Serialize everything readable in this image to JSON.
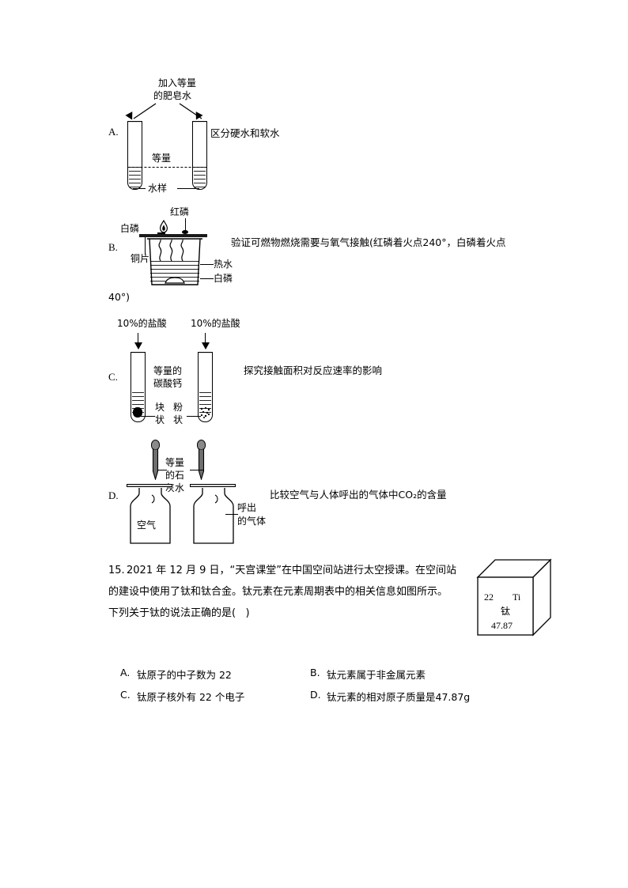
{
  "document": {
    "type": "chemistry-exam-page",
    "language": "zh-CN"
  },
  "option_a": {
    "letter": "A.",
    "top_label_line1": "加入等量",
    "top_label_line2": "的肥皂水",
    "middle_label": "等量",
    "bottom_label": "水样",
    "description": "区分硬水和软水"
  },
  "option_b": {
    "letter": "B.",
    "label_left": "白磷",
    "label_top": "红磷",
    "label_copper": "铜片",
    "label_hotwater": "热水",
    "label_whitep": "白磷",
    "description_line1": "验证可燃物燃烧需要与氧气接触(红磷着火点240°，白磷着火点",
    "description_line2": "40°)"
  },
  "option_c": {
    "letter": "C.",
    "label_acid_left": "10%的盐酸",
    "label_acid_right": "10%的盐酸",
    "label_center_line1": "等量的",
    "label_center_line2": "碳酸钙",
    "label_block_line1": "块",
    "label_block_line2": "状",
    "label_powder_line1": "粉",
    "label_powder_line2": "状",
    "description": "探究接触面积对反应速率的影响"
  },
  "option_d": {
    "letter": "D.",
    "label_center_line1": "等量",
    "label_center_line2": "的石",
    "label_center_line3": "灰水",
    "label_bottle_left": "空气",
    "label_bottle_right_line1": "呼出",
    "label_bottle_right_line2": "的气体",
    "description": "比较空气与人体呼出的气体中CO₂的含量"
  },
  "question15": {
    "number": "15.",
    "line1": "2021 年 12 月 9 日，“天宫课堂”在中国空间站进行太空授课。在空间站",
    "line2": "的建设中使用了钛和钛合金。钛元素在元素周期表中的相关信息如图所示。",
    "line3": "下列关于钛的说法正确的是(   )",
    "element_box": {
      "atomic_number": "22",
      "symbol": "Ti",
      "name": "钛",
      "atomic_mass": "47.87"
    },
    "choices": [
      {
        "id": "A",
        "label": "A.",
        "text": "钛原子的中子数为 22"
      },
      {
        "id": "B",
        "label": "B.",
        "text": "钛元素属于非金属元素"
      },
      {
        "id": "C",
        "label": "C.",
        "text": "钛原子核外有 22 个电子"
      },
      {
        "id": "D",
        "label": "D.",
        "text": "钛元素的相对原子质量是47.87g"
      }
    ]
  },
  "colors": {
    "ink": "#000000",
    "page": "#ffffff",
    "glass_gray": "#d8d8d8",
    "bulb_gray": "#8a8a8a"
  }
}
